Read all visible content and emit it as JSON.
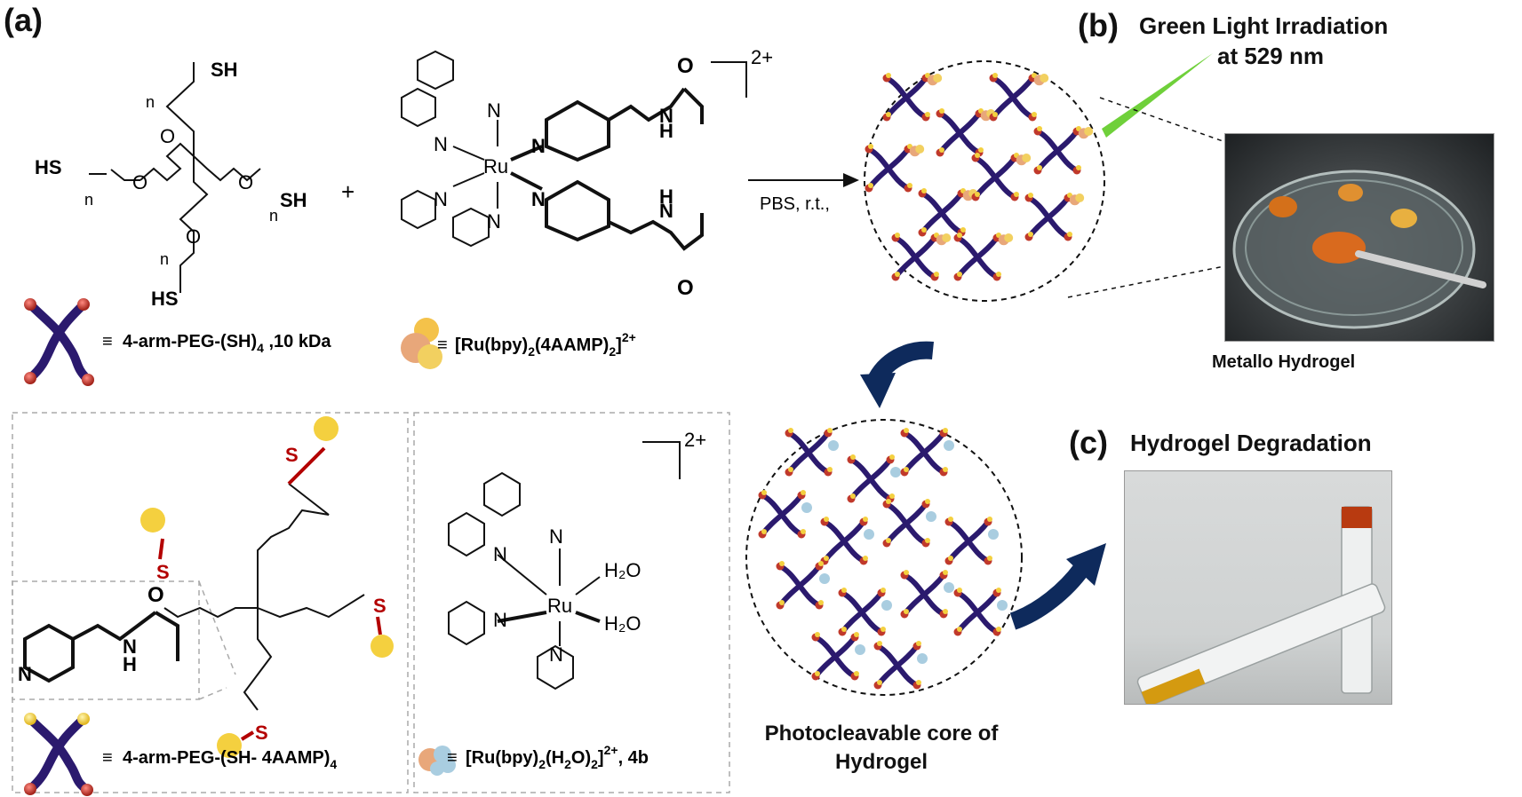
{
  "panels": {
    "a": "(a)",
    "b": "(b)",
    "c": "(c)"
  },
  "titles": {
    "b_line1": "Green Light Irradiation",
    "b_line2": "at 529 nm",
    "c": "Hydrogel Degradation",
    "photo_b_caption": "Metallo Hydrogel",
    "core_line1": "Photocleavable core of",
    "core_line2": "Hydrogel"
  },
  "reaction": {
    "plus": "+",
    "conditions": "PBS, r.t.,",
    "charge": "2+",
    "charge2": "2+"
  },
  "legend": {
    "peg": "4-arm-PEG-(SH)",
    "peg_sub": "4",
    "peg_rest": " ,10 kDa",
    "ru_prefix": "[Ru(bpy)",
    "ru_sub1": "2",
    "ru_mid": "(4AAMP)",
    "ru_sub2": "2",
    "ru_charge": "2+",
    "ru_close": "]",
    "pegamp": "4-arm-PEG-(SH- 4AAMP)",
    "pegamp_sub": "4",
    "ruaq_prefix": "[Ru(bpy)",
    "ruaq_sub1": "2",
    "ruaq_mid": "(H",
    "ruaq_sub2": "2",
    "ruaq_o": "O)",
    "ruaq_sub3": "2",
    "ruaq_close": "]",
    "ruaq_charge": "2+",
    "ruaq_rest": ", 4b"
  },
  "atoms": {
    "SH": "SH",
    "HS": "HS",
    "n": "n",
    "O": "O",
    "N": "N",
    "H": "H",
    "Ru": "Ru",
    "S": "S",
    "H2O": "H₂O"
  },
  "colors": {
    "polymer": "#2b1a6e",
    "end_red": "#c0392b",
    "end_yellow": "#f4d03f",
    "sulfur": "#b30000",
    "arrow_blue": "#0e2a5c",
    "laser": "#6fd03a",
    "ru_orange": "#e8a77a",
    "ru_yellow": "#f2d060",
    "aq_blue": "#a9cde0"
  }
}
